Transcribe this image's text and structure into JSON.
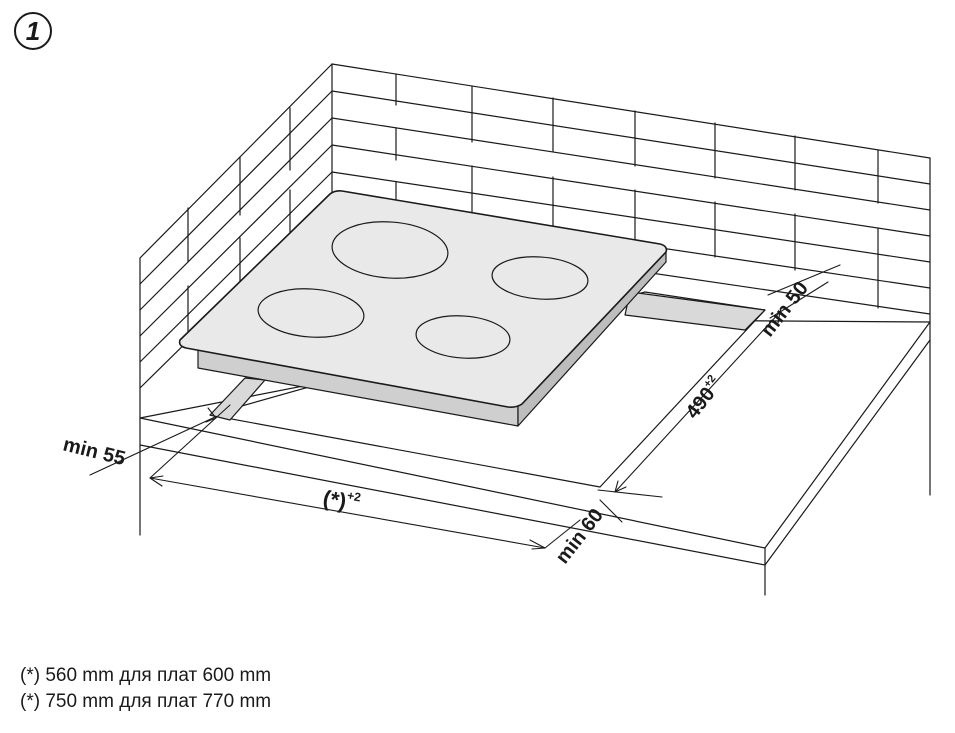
{
  "step_number": "1",
  "dimensions": {
    "min_left": "min 55",
    "min_back": "min 50",
    "min_front": "min 60",
    "depth": "490",
    "depth_tolerance": "+2",
    "width": "(*)",
    "width_tolerance": "+2"
  },
  "footnotes": [
    "(*) 560 mm для плат 600 mm",
    "(*) 750 mm для плат 770 mm"
  ],
  "colors": {
    "line": "#1a1a1a",
    "hob_top": "#e9e9e9",
    "hob_side": "#cfcfcf",
    "cutout_wall": "#d9d9d9"
  }
}
